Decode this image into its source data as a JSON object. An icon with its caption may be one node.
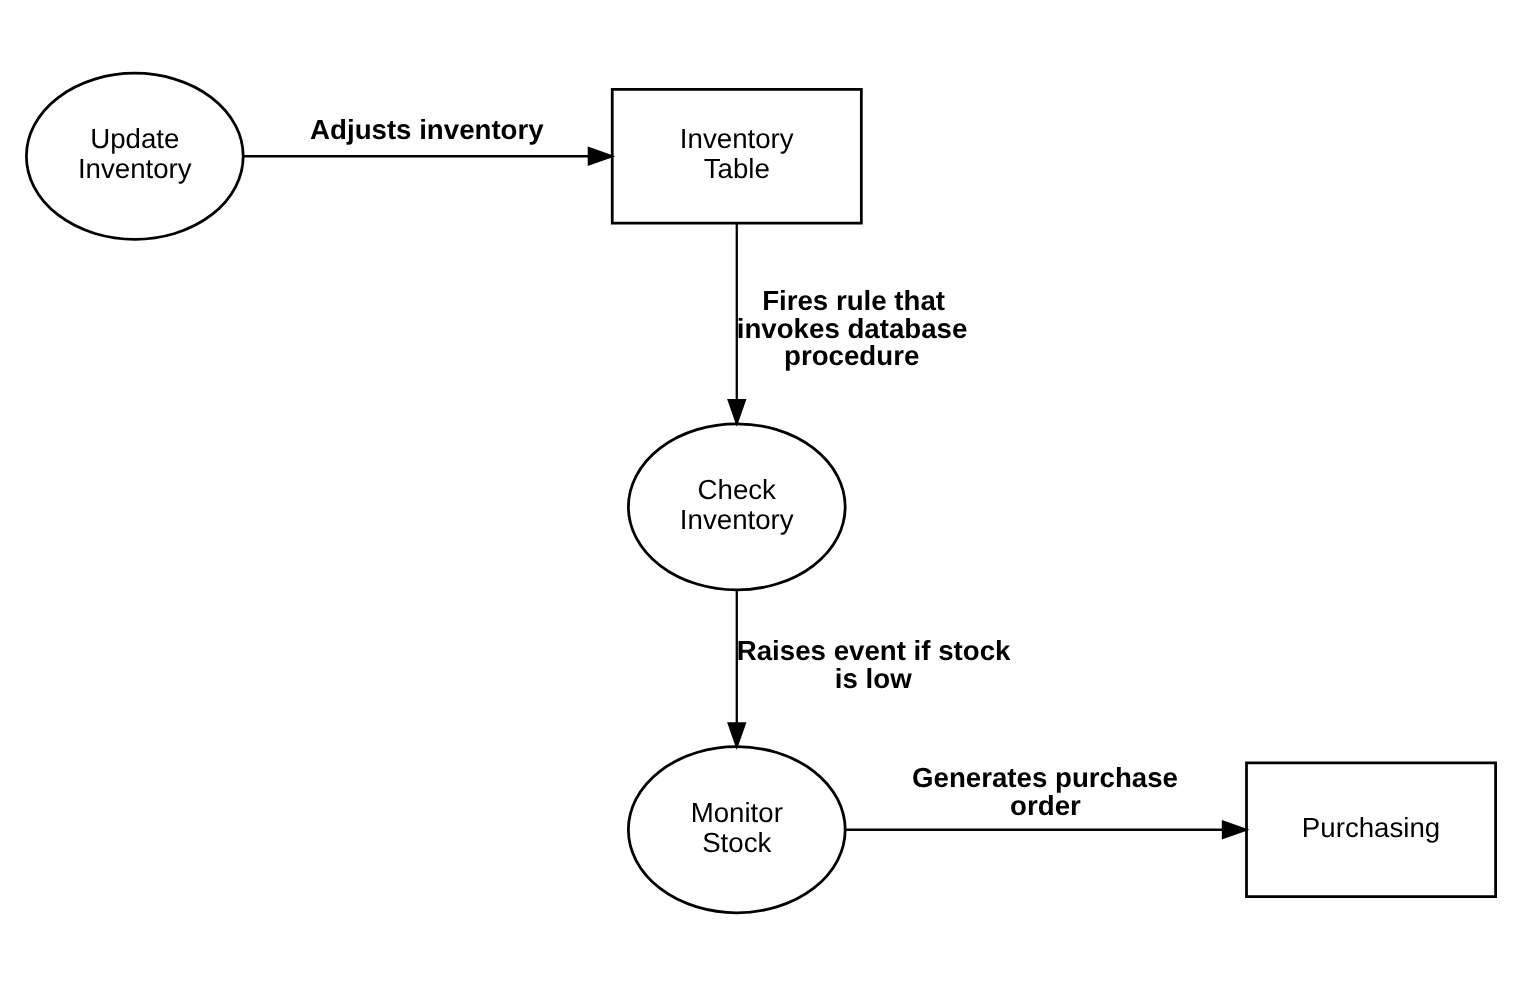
{
  "diagram": {
    "nodes": [
      {
        "text": [
          "Update Inventory"
        ]
      },
      {
        "text": [
          "Inventory Table"
        ]
      },
      {
        "text": [
          "Check Inventory"
        ]
      },
      {
        "text": [
          "Monitor Stock"
        ]
      },
      {
        "text": [
          "Purchasing"
        ]
      }
    ],
    "edges": [
      {
        "from": 0,
        "to": 1,
        "arrow": "to",
        "label": "Adjusts inventory"
      },
      {
        "from": 1,
        "to": 2,
        "arrow": "to",
        "label": "Fires rule that invokes database procedure"
      },
      {
        "from": 2,
        "to": 3,
        "arrow": "to",
        "label": "Raises event if stock is low"
      },
      {
        "from": 3,
        "to": 4,
        "arrow": "to",
        "label": "Generates purchase order"
      }
    ]
  }
}
